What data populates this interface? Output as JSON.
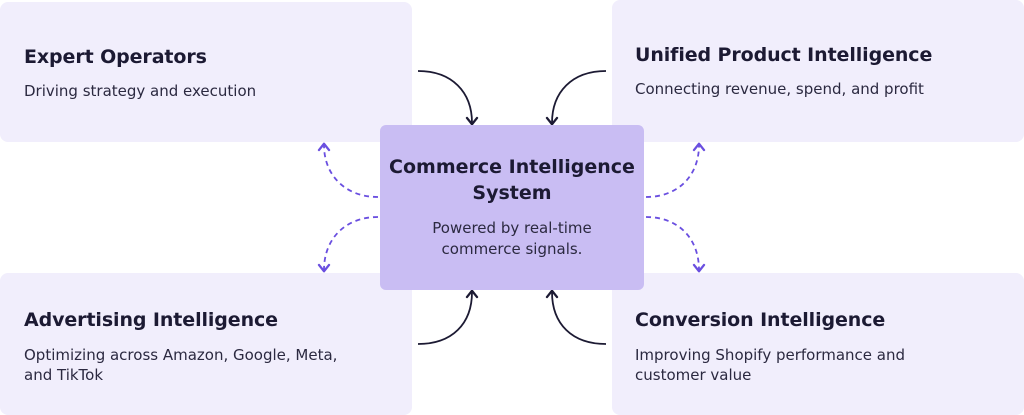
{
  "center": {
    "title": "Commerce Intelligence System",
    "subtitle": "Powered by real-time commerce signals."
  },
  "cards": {
    "top_left": {
      "title": "Expert Operators",
      "description": "Driving strategy and execution"
    },
    "top_right": {
      "title": "Unified Product Intelligence",
      "description": "Connecting revenue, spend, and profit"
    },
    "bottom_left": {
      "title": "Advertising Intelligence",
      "description": "Optimizing across Amazon, Google, Meta, and TikTok"
    },
    "bottom_right": {
      "title": "Conversion Intelligence",
      "description": "Improving Shopify performance and customer value"
    }
  },
  "colors": {
    "card_background": "#f1eefc",
    "center_background": "#c9bdf3",
    "solid_arrow": "#1c1a33",
    "dashed_arrow": "#6a4fe0"
  }
}
